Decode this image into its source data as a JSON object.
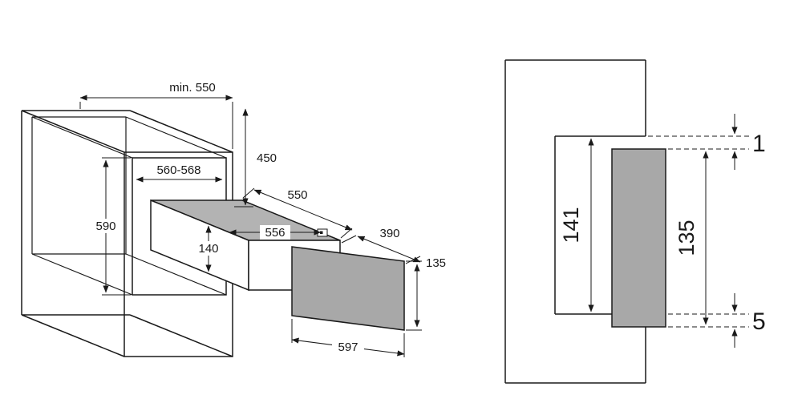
{
  "colors": {
    "line": "#1a1a1a",
    "surface_gray": "#b3b3b3",
    "panel_gray": "#a8a8a8"
  },
  "left_view": {
    "labels": {
      "top_depth": "min. 550",
      "oven_niche_height": "450",
      "niche_width": "560-568",
      "niche_height": "590",
      "drawer_depth": "550",
      "drawer_width": "556",
      "drawer_height": "140",
      "setback_depth": "390",
      "front_panel_height": "135",
      "front_panel_width": "597"
    }
  },
  "right_view": {
    "labels": {
      "niche_height": "141",
      "front_panel_height": "135",
      "top_gap": "1",
      "bottom_clearance": "5"
    }
  }
}
